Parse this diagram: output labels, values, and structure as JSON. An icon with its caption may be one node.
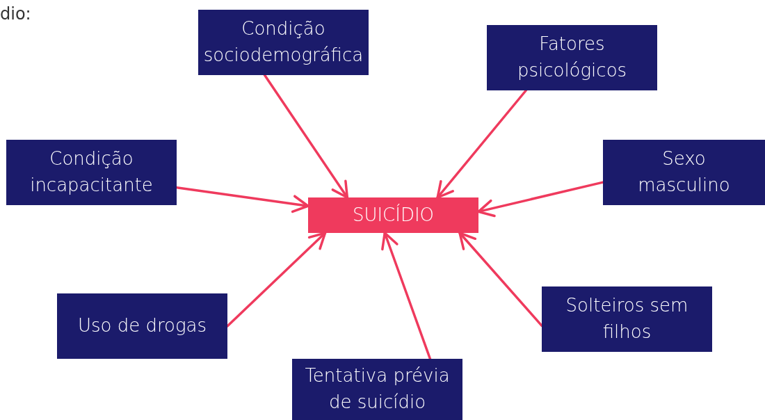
{
  "diagram": {
    "nodes": [
      {
        "text": [
          "Condição sociodemográfica"
        ]
      },
      {
        "text": [
          "Fatores psicológicos"
        ]
      },
      {
        "text": [
          "Condição incapacitante"
        ]
      },
      {
        "text": [
          "Sexo masculino"
        ]
      },
      {
        "text": [
          "SUICÍDIO"
        ]
      },
      {
        "text": [
          "Uso de drogas"
        ]
      },
      {
        "text": [
          "Solteiros sem filhos"
        ]
      },
      {
        "text": [
          "Tentativa prévia de suicídio"
        ]
      }
    ],
    "edges": [
      {
        "from": 0,
        "to": 4,
        "arrow": "to"
      },
      {
        "from": 1,
        "to": 4,
        "arrow": "to"
      },
      {
        "from": 2,
        "to": 4,
        "arrow": "to"
      },
      {
        "from": 3,
        "to": 4,
        "arrow": "to"
      },
      {
        "from": 5,
        "to": 4,
        "arrow": "to"
      },
      {
        "from": 6,
        "to": 4,
        "arrow": "to"
      },
      {
        "from": 7,
        "to": 4,
        "arrow": "to"
      }
    ],
    "labels": [
      "dio:"
    ]
  }
}
